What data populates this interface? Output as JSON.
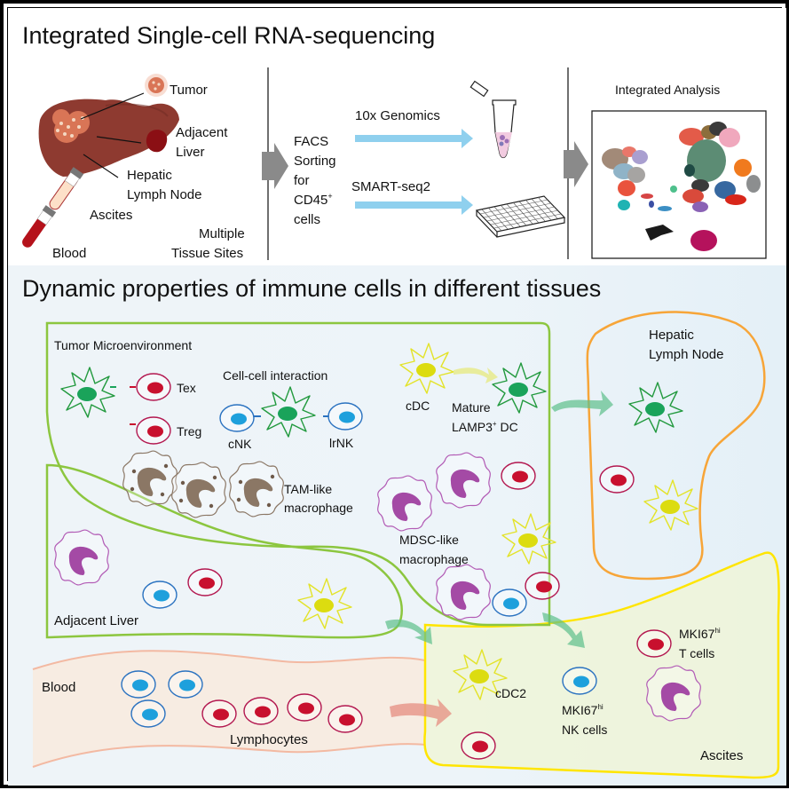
{
  "top_section": {
    "title": "Integrated Single-cell RNA-sequencing",
    "tissue_sites": {
      "tumor": "Tumor",
      "adjacent_liver_line1": "Adjacent",
      "adjacent_liver_line2": "Liver",
      "hepatic_ln_line1": "Hepatic",
      "hepatic_ln_line2": "Lymph Node",
      "ascites": "Ascites",
      "blood": "Blood",
      "caption_line1": "Multiple",
      "caption_line2": "Tissue Sites"
    },
    "sorting": {
      "line1": "FACS",
      "line2": "Sorting",
      "line3": "for",
      "line4": "CD45",
      "line4_sup": "+",
      "line5": "cells"
    },
    "platforms": {
      "tenx": "10x Genomics",
      "smartseq": "SMART-seq2"
    },
    "analysis": {
      "title": "Integrated Analysis"
    }
  },
  "bottom_section": {
    "title": "Dynamic properties of immune cells in different tissues",
    "tumor_microenvironment": {
      "label": "Tumor Microenvironment",
      "interaction_label": "Cell-cell interaction",
      "tex": "Tex",
      "treg": "Treg",
      "cnk": "cNK",
      "lrnk": "lrNK",
      "cdc": "cDC",
      "mature_line1": "Mature",
      "mature_line2": "LAMP3",
      "mature_sup": "+",
      "mature_line2_tail": " DC",
      "tam_line1": "TAM-like",
      "tam_line2": "macrophage",
      "mdsc_line1": "MDSC-like",
      "mdsc_line2": "macrophage"
    },
    "hepatic_lymph_node": {
      "line1": "Hepatic",
      "line2": "Lymph Node"
    },
    "adjacent_liver": {
      "label": "Adjacent Liver"
    },
    "blood": {
      "label": "Blood",
      "lymphocytes": "Lymphocytes"
    },
    "ascites": {
      "label": "Ascites",
      "cdc2": "cDC2",
      "t_cells_line1": "MKI67",
      "t_cells_sup": "hi",
      "t_cells_line2": "T cells",
      "nk_cells_line1": "MKI67",
      "nk_cells_sup": "hi",
      "nk_cells_line2": "NK cells"
    }
  },
  "colors": {
    "tumor_boundary": "#8cc63f",
    "lymph_node_boundary": "#f7a538",
    "ascites_boundary": "#ffe500",
    "ascites_fill": "#eef4d8",
    "blood_fill": "#f7ece2",
    "blood_boundary": "#f3b9a2",
    "t_cell": "#c8102e",
    "t_cell_ring": "#b3174f",
    "nk_cell": "#1ea0dc",
    "nk_ring": "#2a72c0",
    "dc_green": "#1aa35a",
    "dc_green_line": "#239a3f",
    "dc_yellow": "#dcdc10",
    "dc_yellow_line": "#e3e32a",
    "mdsc": "#a44aa5",
    "mdsc_line": "#b25bb5",
    "tam": "#8b7765",
    "arrow_blue": "#8fd0ee",
    "arrow_grey": "#8a8a8a",
    "migration_green": "#5cbf8a",
    "migration_red": "#e58d80",
    "liver": "#8e3a30"
  }
}
